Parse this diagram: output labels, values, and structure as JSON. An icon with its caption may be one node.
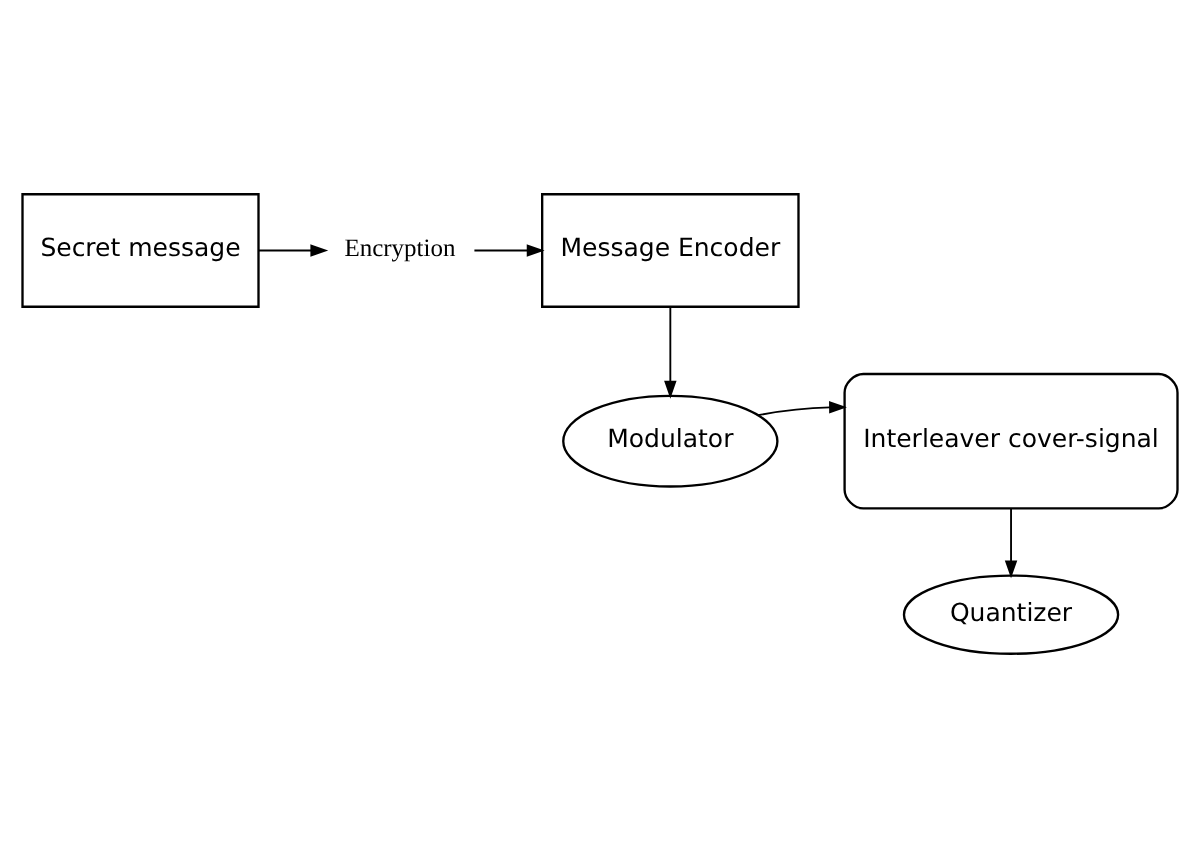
{
  "diagram": {
    "nodes": [
      {
        "text": [
          "Secret message"
        ]
      },
      {
        "text": [
          "Encryption"
        ]
      },
      {
        "text": [
          "Message Encoder"
        ]
      },
      {
        "text": [
          "Modulator"
        ]
      },
      {
        "text": [
          "Interleaver cover-signal"
        ]
      },
      {
        "text": [
          "Quantizer"
        ]
      }
    ],
    "edges": [
      {
        "from": 0,
        "to": 1,
        "arrow": "to"
      },
      {
        "from": 1,
        "to": 2,
        "arrow": "to"
      },
      {
        "from": 2,
        "to": 3,
        "arrow": "to"
      },
      {
        "from": 3,
        "to": 4,
        "arrow": "to"
      },
      {
        "from": 4,
        "to": 5,
        "arrow": "to"
      }
    ]
  }
}
